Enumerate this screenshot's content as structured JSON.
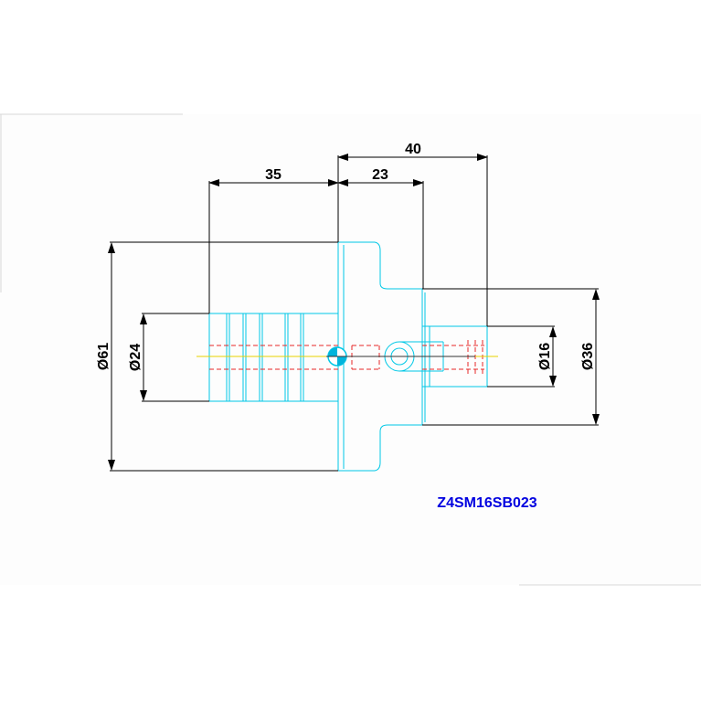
{
  "drawing": {
    "part_number": "Z4SM16SB023",
    "colors": {
      "background": "#ffffff",
      "drawing_area": "#fcfcfc",
      "outline": "#00c8e6",
      "dimension": "#000000",
      "hidden_line": "#e62828",
      "center_line": "#e6d200",
      "part_number": "#0000e0"
    },
    "dimensions": {
      "length_35": "35",
      "length_23": "23",
      "length_40": "40",
      "dia_61": "Ø61",
      "dia_24": "Ø24",
      "dia_16": "Ø16",
      "dia_36": "Ø36"
    }
  }
}
